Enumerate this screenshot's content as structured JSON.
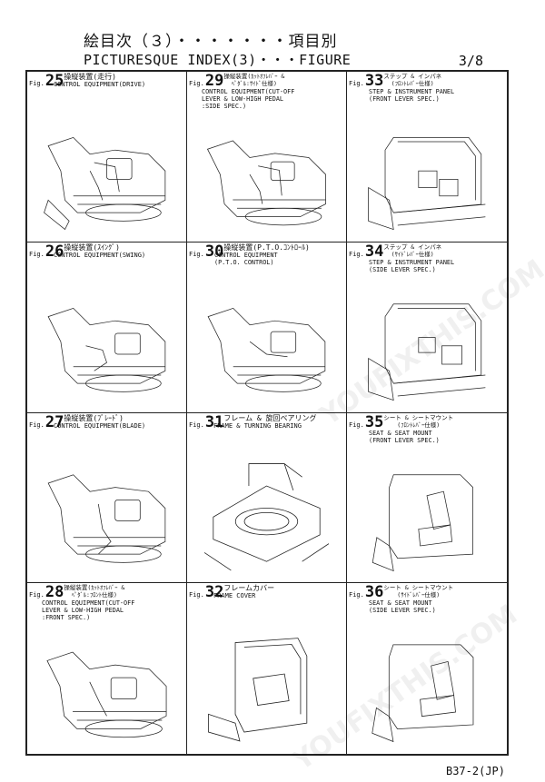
{
  "header": {
    "title_jp": "絵目次（３）・・・・・・・項目別",
    "title_en": "PICTURESQUE INDEX(3)・・・FIGURE",
    "page": "3/8"
  },
  "footer": "B37-2(JP)",
  "watermark": "YOUFIXTHIS.COM",
  "fig_prefix": "Fig.",
  "figures": [
    {
      "num": "25",
      "jp": "操縦装置(走行)",
      "en": "CONTROL EQUIPMENT(DRIVE)"
    },
    {
      "num": "29",
      "jp": "操縦装置(ｶｯﾄｵﾌﾚﾊﾞｰ &\nﾍﾟﾀﾞﾙ:ｻｲﾄﾞ仕様)",
      "en": "CONTROL EQUIPMENT(CUT-OFF\nLEVER & LOW-HIGH PEDAL\n:SIDE SPEC.)"
    },
    {
      "num": "33",
      "jp": "ステップ & インパネ\n(ﾌﾛﾝﾄﾚﾊﾞｰ仕様)",
      "en": "STEP & INSTRUMENT PANEL\n(FRONT LEVER SPEC.)"
    },
    {
      "num": "26",
      "jp": "操縦装置(ｽｲﾝｸﾞ)",
      "en": "CONTROL EQUIPMENT(SWING)"
    },
    {
      "num": "30",
      "jp": "操縦装置(P.T.O.ｺﾝﾄﾛｰﾙ)",
      "en": "CONTROL EQUIPMENT\n(P.T.O. CONTROL)"
    },
    {
      "num": "34",
      "jp": "ステップ & インパネ\n(ｻｲﾄﾞﾚﾊﾞｰ仕様)",
      "en": "STEP & INSTRUMENT PANEL\n(SIDE LEVER SPEC.)"
    },
    {
      "num": "27",
      "jp": "操縦装置(ﾌﾞﾚｰﾄﾞ)",
      "en": "CONTROL EQUIPMENT(BLADE)"
    },
    {
      "num": "31",
      "jp": "フレーム & 旋回ベアリング",
      "en": "FRAME & TURNING BEARING"
    },
    {
      "num": "35",
      "jp": "シート & シートマウント\n(ﾌﾛﾝﾄﾚﾊﾞｰ仕様)",
      "en": "SEAT & SEAT MOUNT\n(FRONT LEVER SPEC.)"
    },
    {
      "num": "28",
      "jp": "操縦装置(ｶｯﾄｵﾌﾚﾊﾞｰ &\nﾍﾟﾀﾞﾙ:ﾌﾛﾝﾄ仕様)",
      "en": "CONTROL EQUIPMENT(CUT-OFF\nLEVER & LOW-HIGH PEDAL\n:FRONT SPEC.)"
    },
    {
      "num": "32",
      "jp": "フレームカバー",
      "en": "FRAME COVER"
    },
    {
      "num": "36",
      "jp": "シート & シートマウント\n(ｻｲﾄﾞﾚﾊﾞｰ仕様)",
      "en": "SEAT & SEAT MOUNT\n(SIDE LEVER SPEC.)"
    }
  ]
}
